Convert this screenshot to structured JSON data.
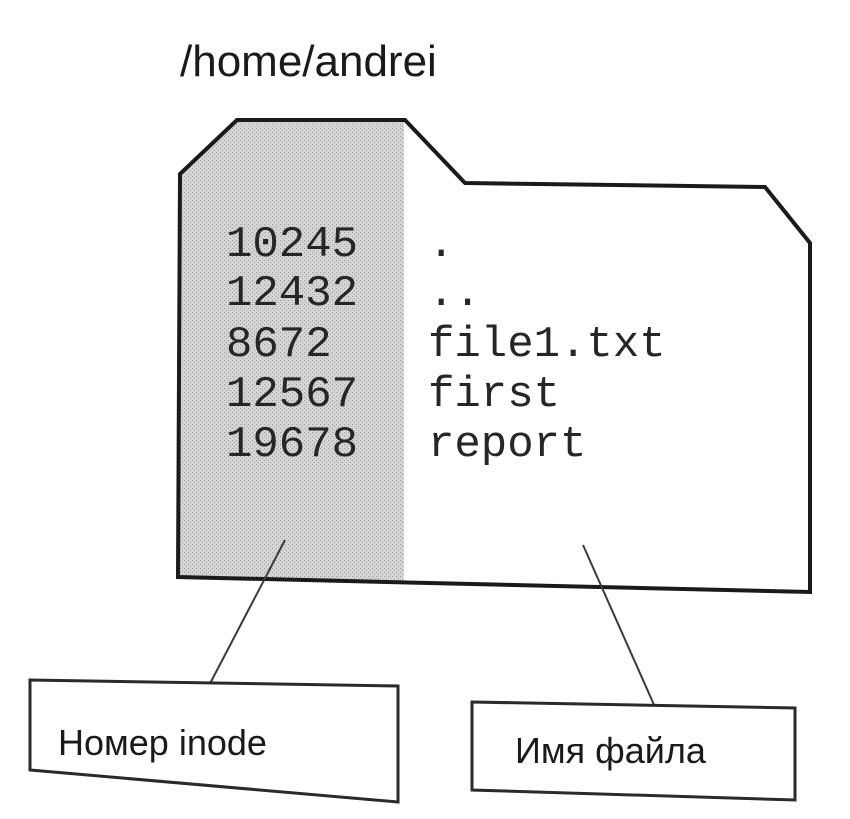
{
  "directory": {
    "path": "/home/andrei"
  },
  "entries": [
    {
      "inode": "10245",
      "name": "."
    },
    {
      "inode": "12432",
      "name": ".."
    },
    {
      "inode": "8672",
      "name": "file1.txt"
    },
    {
      "inode": "12567",
      "name": "first"
    },
    {
      "inode": "19678",
      "name": "report"
    }
  ],
  "labels": {
    "inode": "Номер inode",
    "filename": "Имя файла"
  },
  "colors": {
    "ink": "#1a1a1a",
    "inode_column_fill": "#cfcfcf",
    "background": "#ffffff"
  }
}
